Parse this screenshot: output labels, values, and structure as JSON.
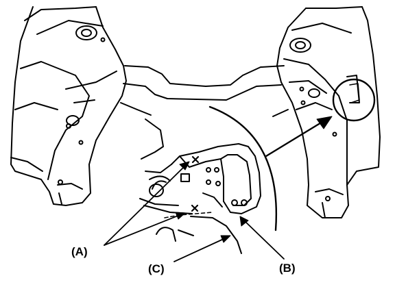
{
  "labels": {
    "a": "(A)",
    "b": "(B)",
    "c": "(C)"
  },
  "colors": {
    "ink": "#000000",
    "paper": "#ffffff"
  }
}
